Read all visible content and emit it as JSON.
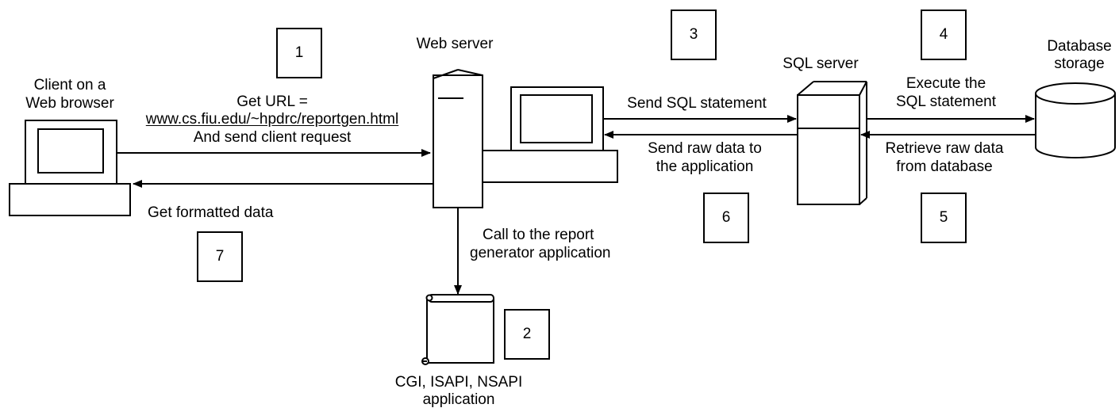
{
  "nodes": {
    "client": {
      "title_line1": "Client on a",
      "title_line2": "Web browser"
    },
    "web_server": {
      "title": "Web server"
    },
    "sql_server": {
      "title": "SQL server"
    },
    "database": {
      "title_line1": "Database",
      "title_line2": "storage"
    },
    "app": {
      "title_line1": "CGI, ISAPI, NSAPI",
      "title_line2": "application"
    }
  },
  "edges": {
    "request": {
      "line1": "Get URL =",
      "line2": "www.cs.fiu.edu/~hpdrc/reportgen.html",
      "line3": "And send client request"
    },
    "response": {
      "label": "Get formatted data"
    },
    "call": {
      "line1": "Call to the report",
      "line2": "generator application"
    },
    "send_sql": {
      "label": "Send SQL statement"
    },
    "send_raw": {
      "line1": "Send raw data to",
      "line2": "the application"
    },
    "execute": {
      "line1": "Execute the",
      "line2": "SQL statement"
    },
    "retrieve": {
      "line1": "Retrieve raw data",
      "line2": "from database"
    }
  },
  "steps": [
    "1",
    "2",
    "3",
    "4",
    "5",
    "6",
    "7"
  ]
}
